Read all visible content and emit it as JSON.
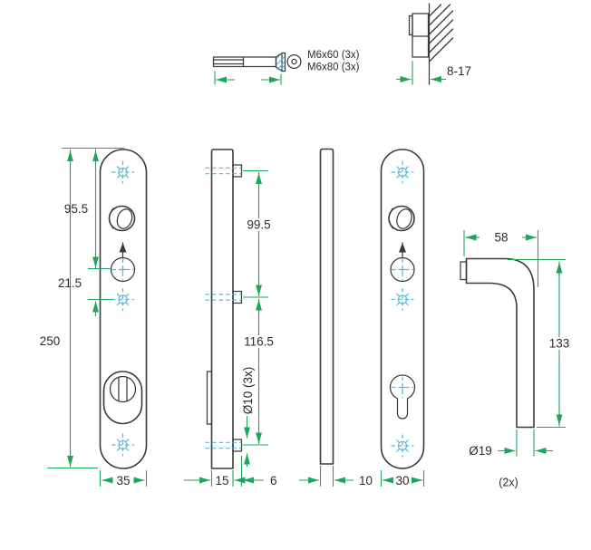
{
  "colors": {
    "outline": "#3a3a3a",
    "dimension_green": "#1ea55c",
    "centerline_cyan": "#58b8dd",
    "text": "#2b2b2b",
    "background": "#ffffff"
  },
  "labels": {
    "screw_spec_1": "M6x60 (3x)",
    "screw_spec_2": "M6x80 (3x)",
    "mounting_depth": "8-17",
    "plate_top_to_lever": "95.5",
    "lever_to_cylinder": "21.5",
    "plate_height": "250",
    "plate_width": "35",
    "boss_pitch_upper": "99.5",
    "boss_pitch_lower": "116.5",
    "boss_diameter": "Ø10 (3x)",
    "plate_thickness": "15",
    "boss_projection": "6",
    "cover_thickness": "10",
    "inner_plate_width": "30",
    "handle_reach": "58",
    "handle_drop": "133",
    "handle_diameter": "Ø19",
    "handle_quantity": "(2x)"
  }
}
